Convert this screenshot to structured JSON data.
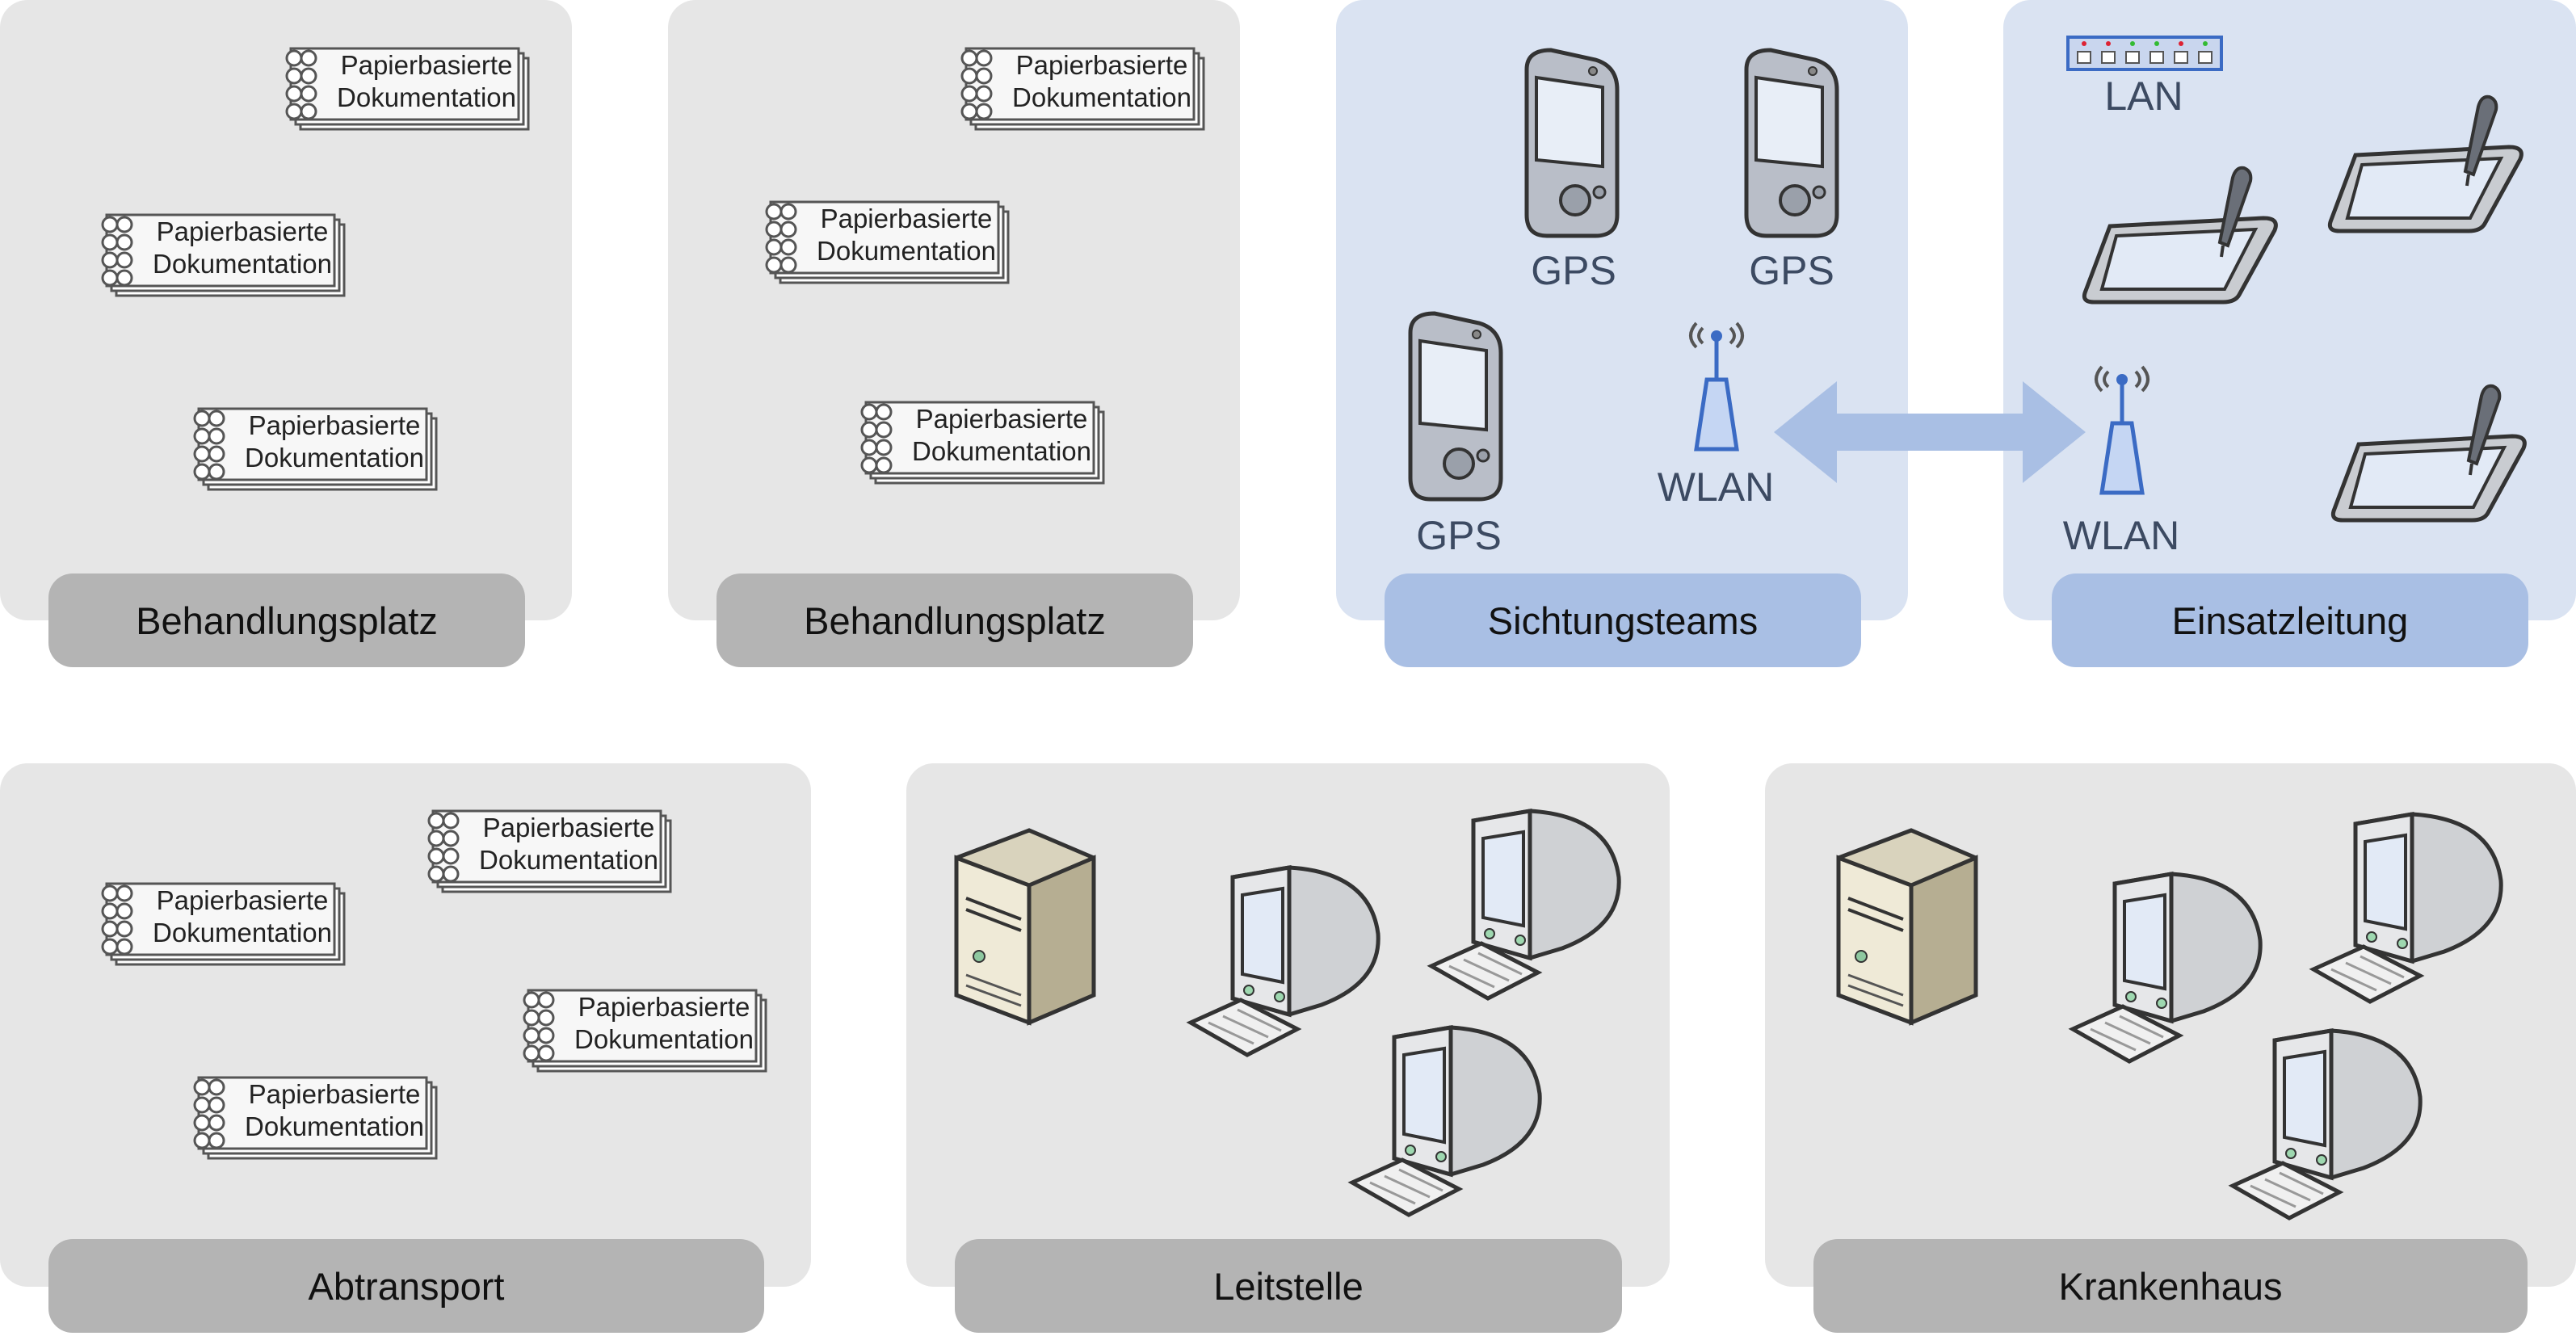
{
  "panels": {
    "p1": {
      "label": "Behandlungsplatz"
    },
    "p2": {
      "label": "Behandlungsplatz"
    },
    "p3": {
      "label": "Sichtungsteams"
    },
    "p4": {
      "label": "Einsatzleitung"
    },
    "p5": {
      "label": "Abtransport"
    },
    "p6": {
      "label": "Leitstelle"
    },
    "p7": {
      "label": "Krankenhaus"
    }
  },
  "doc": {
    "line1": "Papierbasierte",
    "line2": "Dokumentation"
  },
  "devices": {
    "gps": "GPS",
    "wlan": "WLAN",
    "lan": "LAN"
  },
  "colors": {
    "panel_gray": "#e6e6e6",
    "panel_blue": "#dae3f2",
    "label_gray": "#b4b4b4",
    "label_blue": "#a9bfe4",
    "arrow": "#a9bfe4"
  }
}
